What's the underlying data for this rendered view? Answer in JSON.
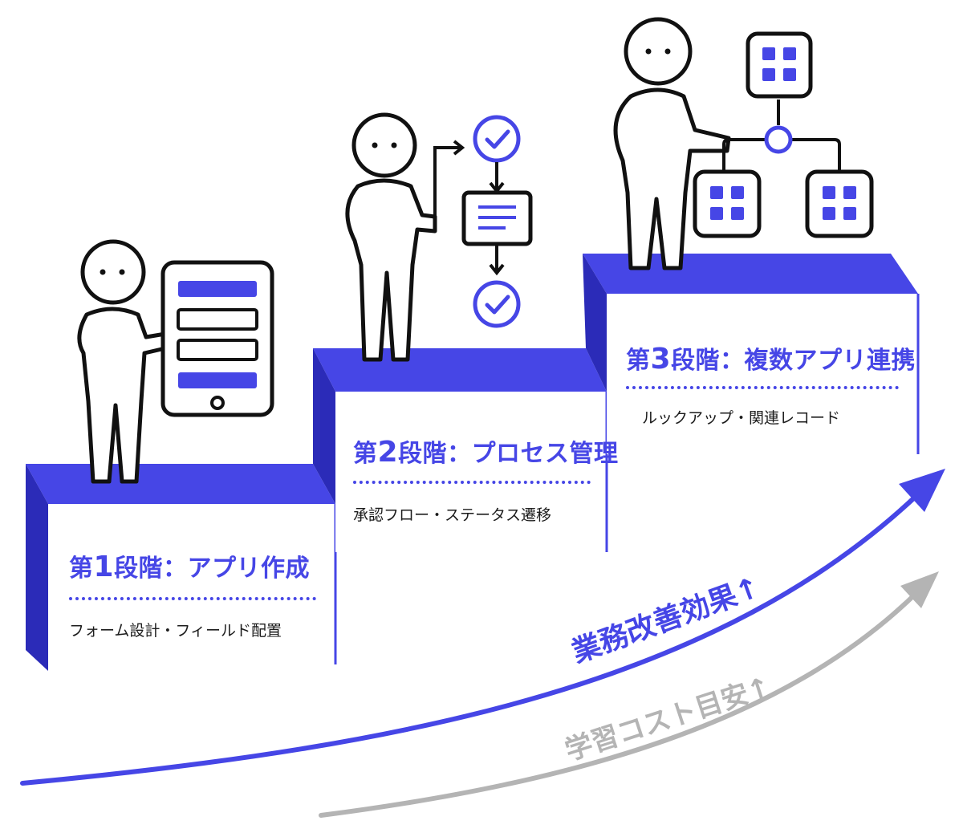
{
  "colors": {
    "accent": "#4646e6",
    "ink": "#111111",
    "gray": "#b4b4b4",
    "paper": "#ffffff"
  },
  "stages": [
    {
      "title_prefix": "第",
      "number": "1",
      "title_suffix": "段階：アプリ作成",
      "desc": "フォーム設計・フィールド配置",
      "icon": "tablet-form-icon"
    },
    {
      "title_prefix": "第",
      "number": "2",
      "title_suffix": "段階：プロセス管理",
      "desc": "承認フロー・ステータス遷移",
      "icon": "process-flow-icon"
    },
    {
      "title_prefix": "第",
      "number": "3",
      "title_suffix": "段階：複数アプリ連携",
      "desc": "ルックアップ・関連レコード",
      "icon": "app-network-icon"
    }
  ],
  "arrows": {
    "improvement": "業務改善効果↑",
    "learning_cost": "学習コスト目安↑"
  }
}
